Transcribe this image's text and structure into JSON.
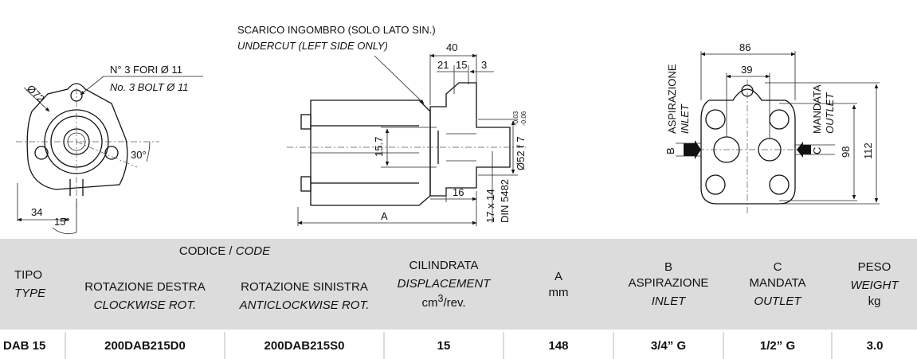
{
  "drawing_labels": {
    "front": {
      "bolt_label_it": "N° 3 FORI Ø 11",
      "bolt_label_en": "No. 3 BOLT Ø 11",
      "diameter": "Ø72",
      "angle_30": "30°",
      "dim_34": "34",
      "angle_15": "15°"
    },
    "side": {
      "undercut_it": "SCARICO INGOMBRO (SOLO LATO SIN.)",
      "undercut_en": "UNDERCUT (LEFT SIDE ONLY)",
      "dim_40": "40",
      "dim_21": "21",
      "dim_15": "15",
      "dim_3": "3",
      "dim_15_7": "15.7",
      "dim_52": "Ø52 f 7",
      "tol_top": "-0.03",
      "tol_bot": "-0.06",
      "dim_16": "16",
      "spline": "17 x 14",
      "din": "DIN 5482",
      "dim_a": "A"
    },
    "rear": {
      "dim_86": "86",
      "dim_39": "39",
      "inlet_it": "ASPIRAZIONE",
      "inlet_en": "INLET",
      "outlet_it": "MANDATA",
      "outlet_en": "OUTLET",
      "port_b": "B",
      "port_c": "C",
      "dim_98": "98",
      "dim_112": "112"
    }
  },
  "table": {
    "headers": {
      "tipo": "TIPO",
      "tipo_en": "TYPE",
      "codice_it": "CODICE /",
      "codice_en": "CODE",
      "rot_destra": "ROTAZIONE DESTRA",
      "rot_destra_en": "CLOCKWISE ROT.",
      "rot_sinistra": "ROTAZIONE SINISTRA",
      "rot_sinistra_en": "ANTICLOCKWISE ROT.",
      "cilindrata": "CILINDRATA",
      "cilindrata_en": "DISPLACEMENT",
      "cilindrata_unit_base": "cm",
      "cilindrata_unit_exp": "3",
      "cilindrata_unit_tail": "/rev.",
      "a": "A",
      "a_unit": "mm",
      "b": "B",
      "b_it": "ASPIRAZIONE",
      "b_en": "INLET",
      "c": "C",
      "c_it": "MANDATA",
      "c_en": "OUTLET",
      "peso": "PESO",
      "peso_en": "WEIGHT",
      "peso_unit": "kg"
    },
    "rows": [
      {
        "tipo": "DAB 15",
        "code_cw": "200DAB215D0",
        "code_ccw": "200DAB215S0",
        "displacement": "15",
        "a": "148",
        "inlet": "3/4” G",
        "outlet": "1/2” G",
        "weight": "3.0"
      }
    ]
  }
}
